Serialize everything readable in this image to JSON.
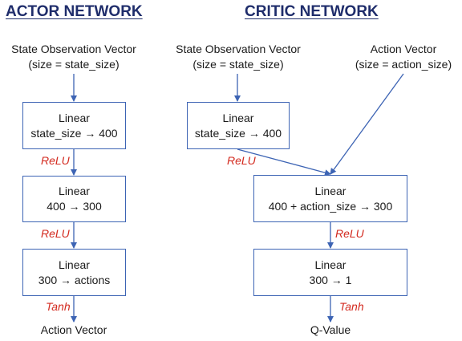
{
  "actor": {
    "title": "ACTOR NETWORK",
    "input_line1": "State Observation Vector",
    "input_line2": "(size = state_size)",
    "layer1_title": "Linear",
    "layer1_dims": "state_size → 400",
    "act1": "ReLU",
    "layer2_title": "Linear",
    "layer2_dims": "400 → 300",
    "act2": "ReLU",
    "layer3_title": "Linear",
    "layer3_dims": "300 → actions",
    "act3": "Tanh",
    "output": "Action Vector"
  },
  "critic": {
    "title": "CRITIC NETWORK",
    "state_line1": "State Observation Vector",
    "state_line2": "(size = state_size)",
    "action_line1": "Action Vector",
    "action_line2": "(size = action_size)",
    "layer1_title": "Linear",
    "layer1_dims": "state_size → 400",
    "act1": "ReLU",
    "layer2_title": "Linear",
    "layer2_dims": "400 + action_size → 300",
    "act2": "ReLU",
    "layer3_title": "Linear",
    "layer3_dims": "300 → 1",
    "act3": "Tanh",
    "output": "Q-Value"
  },
  "colors": {
    "title": "#1f2d6b",
    "box_border": "#3d64b4",
    "arrow": "#3d64b4",
    "activation": "#d32a1f"
  }
}
